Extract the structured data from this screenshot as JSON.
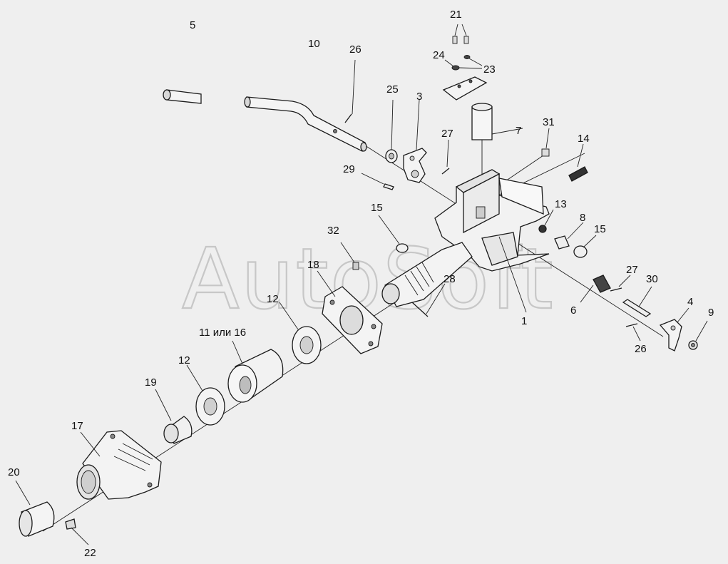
{
  "watermark": "AutoSoft",
  "labels": {
    "p1": "1",
    "p3": "3",
    "p4": "4",
    "p5": "5",
    "p6": "6",
    "p7": "7",
    "p8": "8",
    "p9": "9",
    "p10": "10",
    "p11_16": "11 или 16",
    "p12a": "12",
    "p12b": "12",
    "p13": "13",
    "p14": "14",
    "p15a": "15",
    "p15b": "15",
    "p17": "17",
    "p18": "18",
    "p19": "19",
    "p20": "20",
    "p21": "21",
    "p22": "22",
    "p23": "23",
    "p24": "24",
    "p25": "25",
    "p26a": "26",
    "p26b": "26",
    "p27a": "27",
    "p27b": "27",
    "p28": "28",
    "p29": "29",
    "p30": "30",
    "p31": "31",
    "p32": "32"
  }
}
